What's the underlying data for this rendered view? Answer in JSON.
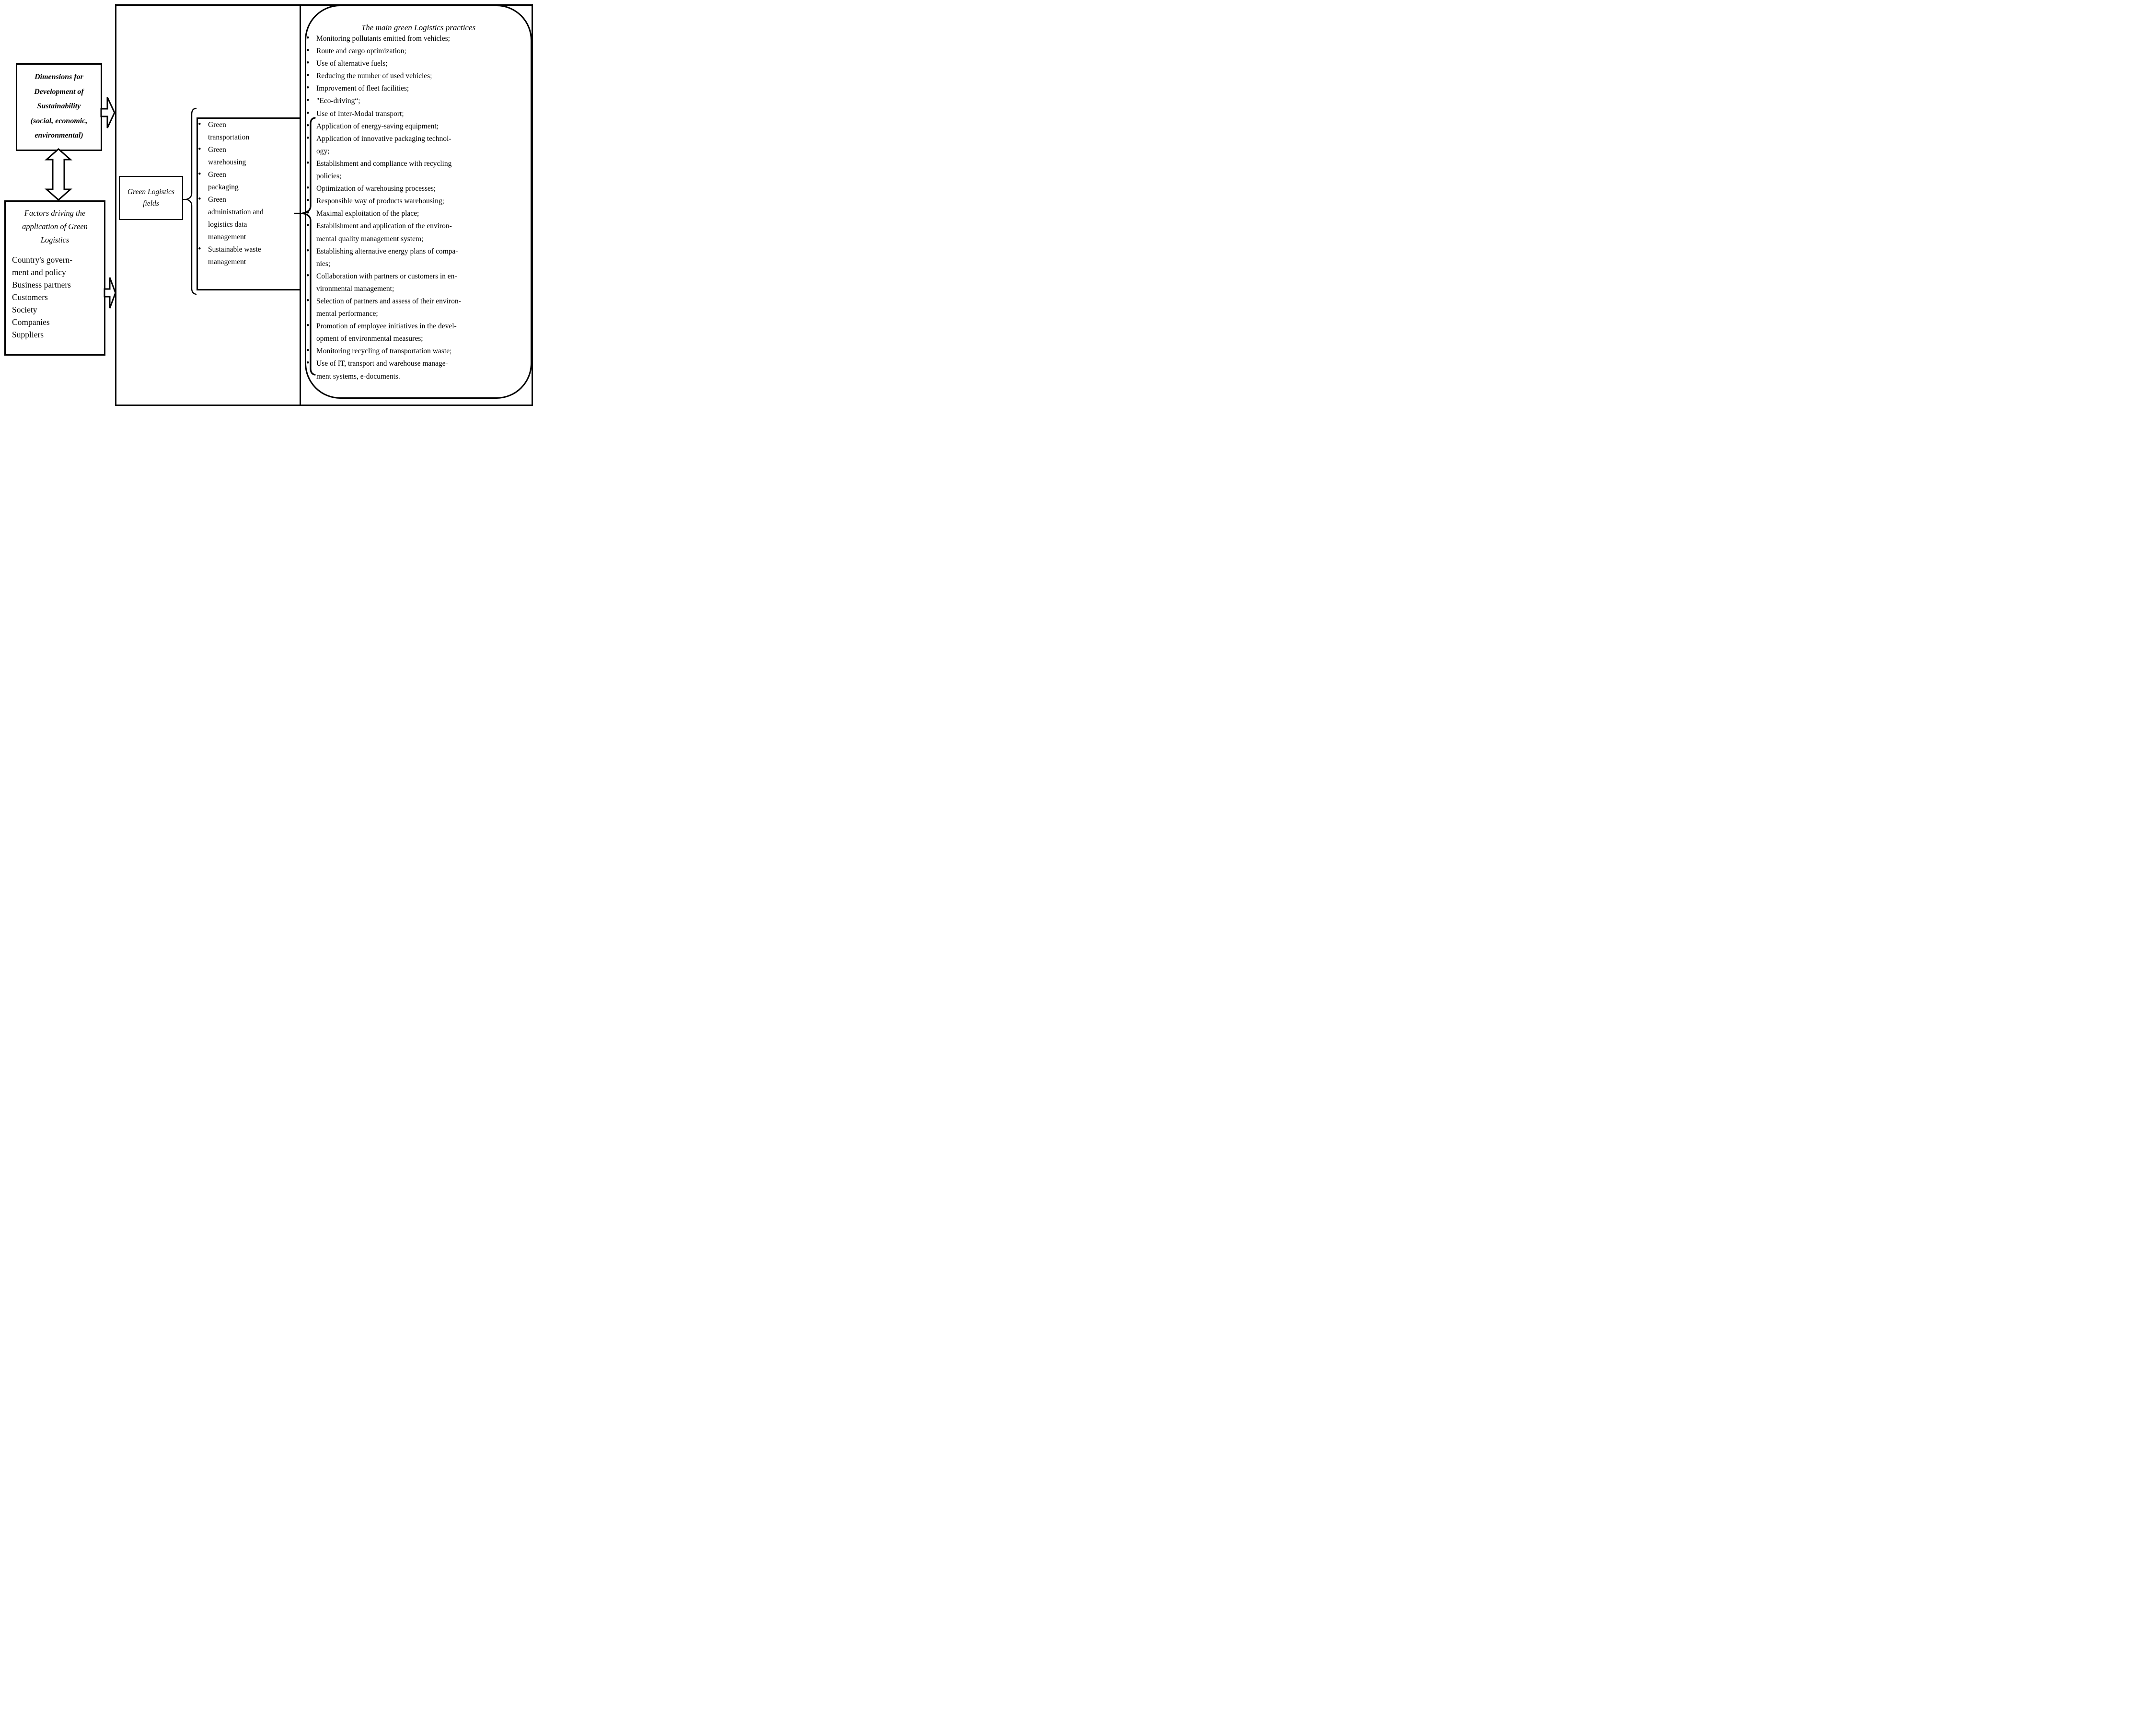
{
  "diagram": {
    "dimensions_box": {
      "text": "Dimensions for\nDevelopment of\nSustainability\n(social, economic,\nenvironmental)"
    },
    "factors_box": {
      "title": "Factors driving the\napplication of Green\nLogistics",
      "items": [
        "Country's govern-\nment and policy",
        "Business partners",
        "Customers",
        "Society",
        "Companies",
        "Suppliers"
      ]
    },
    "fields_box": {
      "label": "Green Logistics\nfields"
    },
    "fields_list": {
      "items": [
        "Green\ntransportation",
        "Green\nwarehousing",
        "Green\npackaging",
        "Green\nadministration and\nlogistics data\nmanagement",
        "Sustainable waste\nmanagement"
      ]
    },
    "practices_panel": {
      "title": "The main green Logistics practices",
      "items": [
        "Monitoring pollutants emitted from vehicles;",
        "Route and cargo optimization;",
        "Use of alternative fuels;",
        "Reducing the number of used vehicles;",
        "Improvement of fleet facilities;",
        "\"Eco-driving“;",
        "Use of Inter-Modal transport;",
        "Application of energy-saving equipment;",
        "Application of innovative packaging technol-\nogy;",
        "Establishment and compliance with recycling\npolicies;",
        "Optimization of warehousing processes;",
        "Responsible way of products warehousing;",
        "Maximal exploitation of the place;",
        "Establishment and application of the environ-\nmental quality management system;",
        "Establishing alternative energy plans of compa-\nnies;",
        "Collaboration with partners or customers in en-\nvironmental management;",
        "Selection of partners and assess of their environ-\nmental performance;",
        "Promotion of employee initiatives in the devel-\nopment of environmental measures;",
        "Monitoring recycling of transportation waste;",
        "Use of IT, transport and warehouse manage-\nment systems, e-documents."
      ]
    },
    "colors": {
      "ink": "#000000",
      "paper": "#ffffff"
    }
  }
}
